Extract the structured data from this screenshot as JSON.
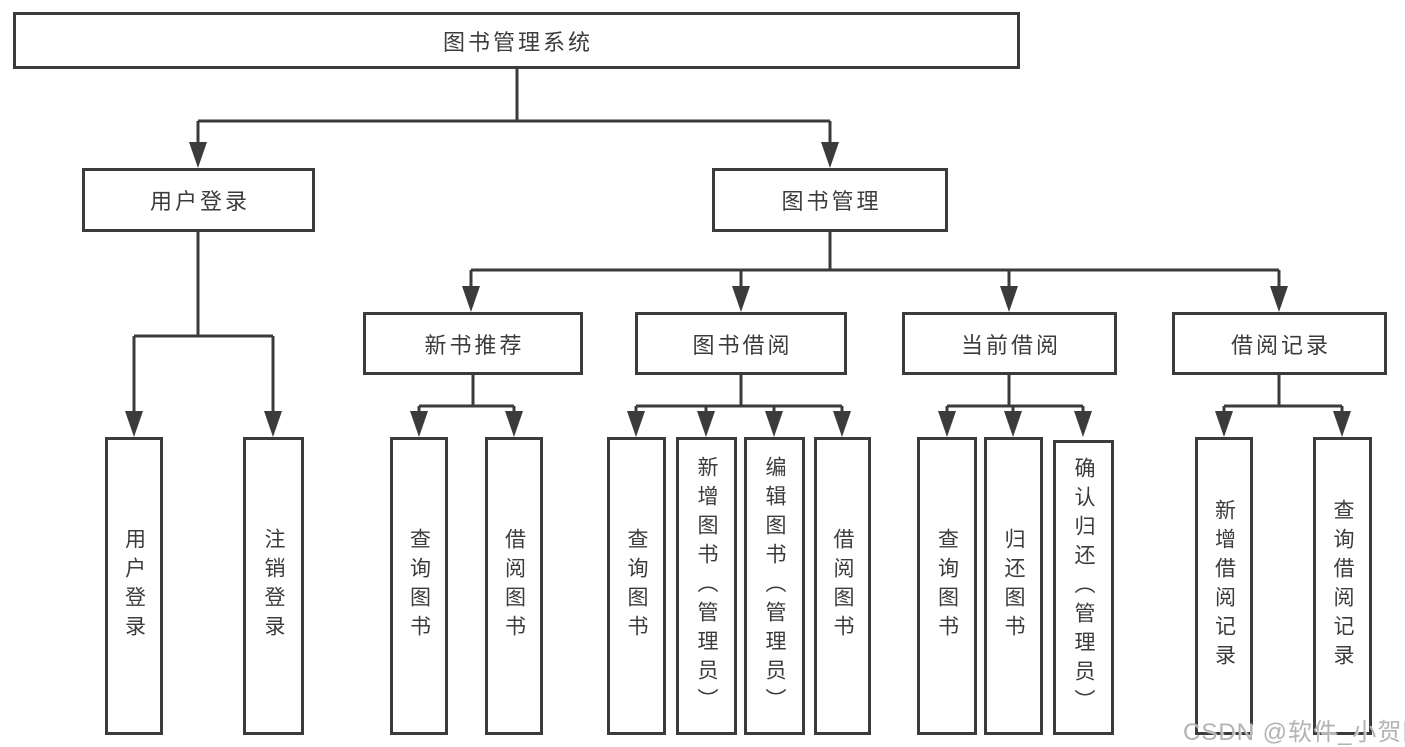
{
  "colors": {
    "line": "#3b3b3b",
    "text": "#3c3c3c",
    "background": "#ffffff",
    "watermark": "#b3b3b3"
  },
  "watermark": {
    "text": "CSDN @软件_小贺同学"
  },
  "tree": {
    "label": "图书管理系统",
    "children": [
      {
        "label": "用户登录",
        "children": [
          {
            "label": "用户登录"
          },
          {
            "label": "注销登录"
          }
        ]
      },
      {
        "label": "图书管理",
        "children": [
          {
            "label": "新书推荐",
            "children": [
              {
                "label": "查询图书"
              },
              {
                "label": "借阅图书"
              }
            ]
          },
          {
            "label": "图书借阅",
            "children": [
              {
                "label": "查询图书"
              },
              {
                "label": "新增图书（管理员）"
              },
              {
                "label": "编辑图书（管理员）"
              },
              {
                "label": "借阅图书"
              }
            ]
          },
          {
            "label": "当前借阅",
            "children": [
              {
                "label": "查询图书"
              },
              {
                "label": "归还图书"
              },
              {
                "label": "确认归还（管理员）"
              }
            ]
          },
          {
            "label": "借阅记录",
            "children": [
              {
                "label": "新增借阅记录"
              },
              {
                "label": "查询借阅记录"
              }
            ]
          }
        ]
      }
    ]
  }
}
